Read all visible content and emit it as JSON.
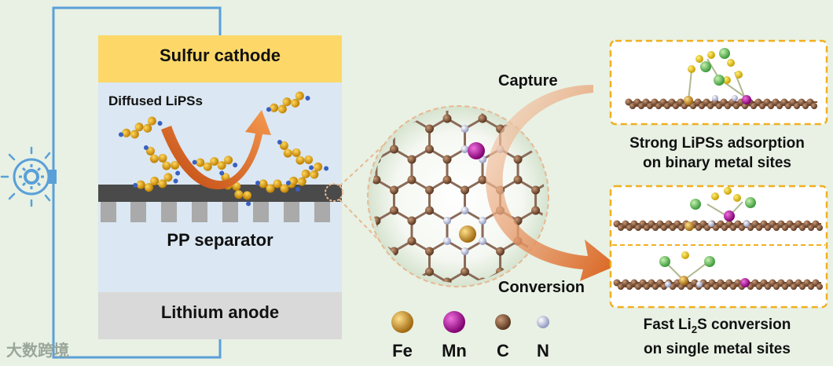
{
  "cell": {
    "cathode_label": "Sulfur cathode",
    "diffused_label": "Diffused LiPSs",
    "separator_label": "PP separator",
    "anode_label": "Lithium anode"
  },
  "process": {
    "capture_label": "Capture",
    "conversion_label": "Conversion"
  },
  "captions": {
    "top_line1": "Strong LiPSs adsorption",
    "top_line2": "on binary metal sites",
    "bottom_line1_a": "Fast Li",
    "bottom_line1_sub": "2",
    "bottom_line1_b": "S conversion",
    "bottom_line2": "on single metal sites"
  },
  "legend": [
    {
      "symbol": "Fe",
      "color": "#c8901a"
    },
    {
      "symbol": "Mn",
      "color": "#b0209a"
    },
    {
      "symbol": "C",
      "color": "#8a5a3a"
    },
    {
      "symbol": "N",
      "color": "#c8cce0"
    }
  ],
  "watermark": "大数跨境",
  "colors": {
    "cathode": "#fdd868",
    "cell_body": "#dbe7f2",
    "anode": "#d9d9d9",
    "separator": "#4a4a4a",
    "circuit": "#5aa0d8",
    "arrow": "#e07020",
    "highlight_box": "#f0b020"
  },
  "icons": [
    "lightbulb-gear-icon"
  ]
}
